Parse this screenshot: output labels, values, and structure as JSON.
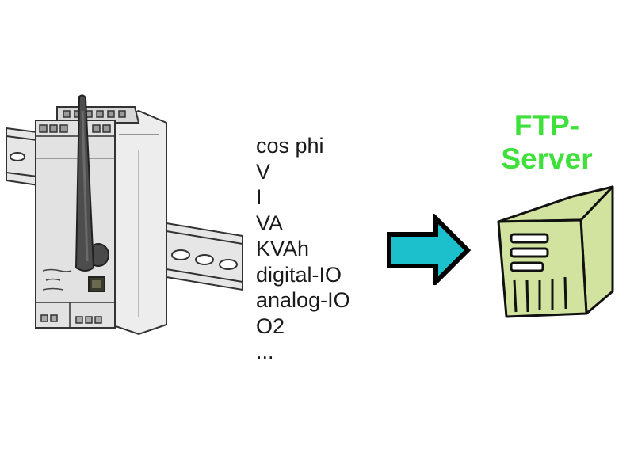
{
  "diagram": {
    "source": {
      "icon": "energy-meter-device-with-antenna-icon"
    },
    "measurements": {
      "items": [
        "cos phi",
        "V",
        "I",
        "VA",
        "KVAh",
        "digital-IO",
        "analog-IO",
        "O2",
        "..."
      ]
    },
    "flow": {
      "icon": "right-arrow-icon",
      "color": "#1cbfcc"
    },
    "target": {
      "title_line1": "FTP-",
      "title_line2": "Server",
      "title_color": "#3ee03a",
      "icon": "server-tower-icon",
      "server_color": "#d2e3a0"
    }
  }
}
